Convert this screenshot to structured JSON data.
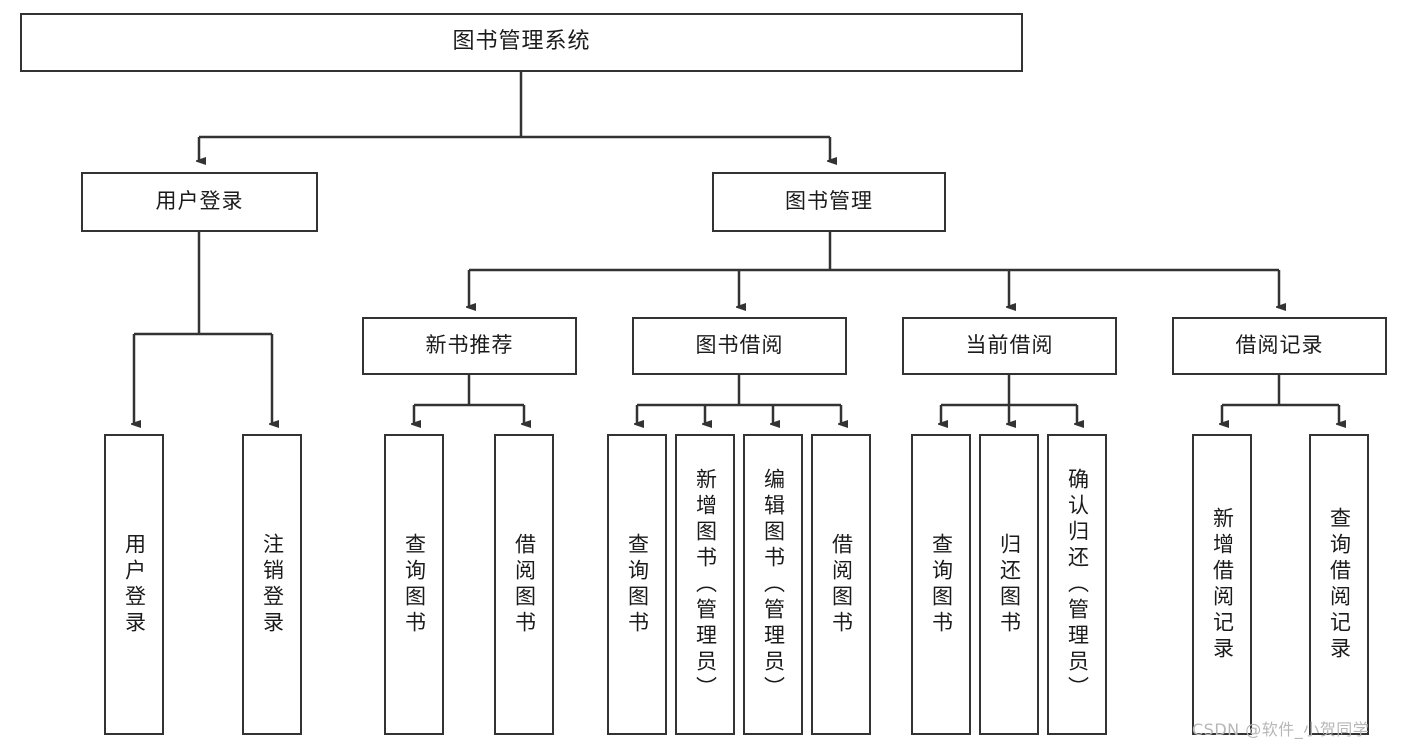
{
  "diagram": {
    "title": "图书管理系统",
    "type": "tree-hierarchy",
    "orientation": "top-down",
    "colors": {
      "background": "#ffffff",
      "stroke": "#333333",
      "node_fill": "#ffffff",
      "text": "#1b1b1b",
      "watermark": "#b7b7b7"
    },
    "root": {
      "id": "root",
      "label": "图书管理系统"
    },
    "level2": [
      {
        "id": "user-login",
        "label": "用户登录"
      },
      {
        "id": "book-manage",
        "label": "图书管理"
      }
    ],
    "level3": [
      {
        "id": "new-book-recommend",
        "label": "新书推荐"
      },
      {
        "id": "book-borrow",
        "label": "图书借阅"
      },
      {
        "id": "current-borrow",
        "label": "当前借阅"
      },
      {
        "id": "borrow-record",
        "label": "借阅记录"
      }
    ],
    "leaves": {
      "user_login": [
        {
          "id": "leaf-user-login",
          "label": "用户登录"
        },
        {
          "id": "leaf-logout-login",
          "label": "注销登录"
        }
      ],
      "new_book_recommend": [
        {
          "id": "leaf-query-book-1",
          "label": "查询图书"
        },
        {
          "id": "leaf-borrow-book-1",
          "label": "借阅图书"
        }
      ],
      "book_borrow": [
        {
          "id": "leaf-query-book-2",
          "label": "查询图书"
        },
        {
          "id": "leaf-add-book",
          "label": "新增图书（管理员）"
        },
        {
          "id": "leaf-edit-book",
          "label": "编辑图书（管理员）"
        },
        {
          "id": "leaf-borrow-book-2",
          "label": "借阅图书"
        }
      ],
      "current_borrow": [
        {
          "id": "leaf-query-book-3",
          "label": "查询图书"
        },
        {
          "id": "leaf-return-book",
          "label": "归还图书"
        },
        {
          "id": "leaf-confirm-return",
          "label": "确认归还（管理员）"
        }
      ],
      "borrow_record": [
        {
          "id": "leaf-add-record",
          "label": "新增借阅记录"
        },
        {
          "id": "leaf-query-record",
          "label": "查询借阅记录"
        }
      ]
    },
    "watermark": "CSDN @软件_小贺同学"
  }
}
